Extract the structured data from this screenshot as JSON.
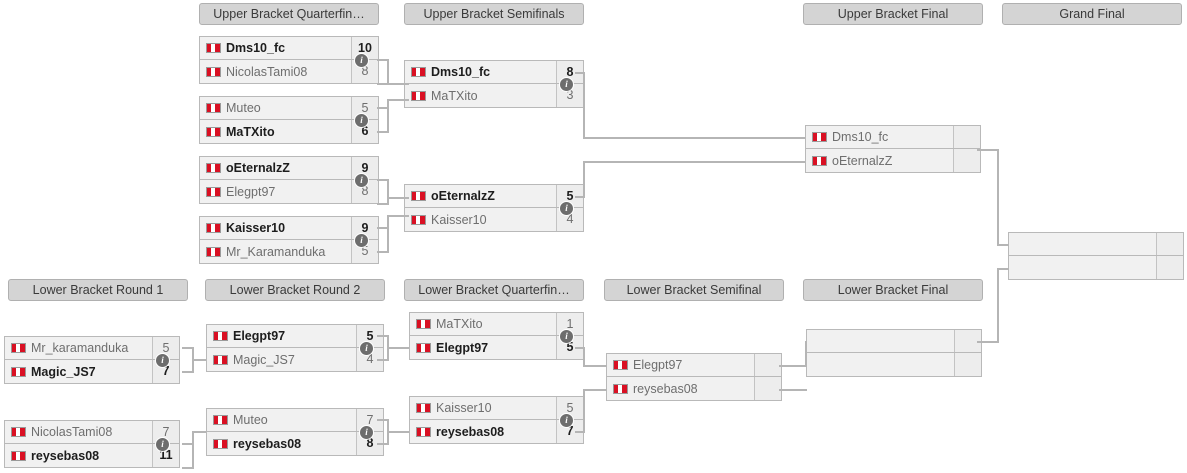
{
  "colors": {
    "header_bg": "#d4d4d4",
    "header_border": "#b0b0b0",
    "row_bg": "#f1f1f1",
    "score_bg": "#ededed",
    "line": "#b5b5b5",
    "winner_text": "#1d1d1d",
    "loser_text": "#6e6e6e",
    "flag_red": "#d91023",
    "info_badge": "#6d6d6d"
  },
  "headers": {
    "upper_quarterfinals": "Upper Bracket Quarterfin…",
    "upper_semifinals": "Upper Bracket Semifinals",
    "upper_final": "Upper Bracket Final",
    "grand_final": "Grand Final",
    "lower_round1": "Lower Bracket Round 1",
    "lower_round2": "Lower Bracket Round 2",
    "lower_quarterfinals": "Lower Bracket Quarterfin…",
    "lower_semifinal": "Lower Bracket Semifinal",
    "lower_final": "Lower Bracket Final"
  },
  "info_label": "i",
  "matches": {
    "ubqf1": {
      "top": {
        "name": "Dms10_fc",
        "score": "10",
        "winner": true,
        "flag": "peru-flag"
      },
      "bottom": {
        "name": "NicolasTami08",
        "score": "8",
        "winner": false,
        "flag": "peru-flag"
      }
    },
    "ubqf2": {
      "top": {
        "name": "Muteo",
        "score": "5",
        "winner": false,
        "flag": "peru-flag"
      },
      "bottom": {
        "name": "MaTXito",
        "score": "6",
        "winner": true,
        "flag": "peru-flag"
      }
    },
    "ubqf3": {
      "top": {
        "name": "oEternalzZ",
        "score": "9",
        "winner": true,
        "flag": "peru-flag"
      },
      "bottom": {
        "name": "Elegpt97",
        "score": "8",
        "winner": false,
        "flag": "peru-flag"
      }
    },
    "ubqf4": {
      "top": {
        "name": "Kaisser10",
        "score": "9",
        "winner": true,
        "flag": "peru-flag"
      },
      "bottom": {
        "name": "Mr_Karamanduka",
        "score": "5",
        "winner": false,
        "flag": "peru-flag"
      }
    },
    "ubsf1": {
      "top": {
        "name": "Dms10_fc",
        "score": "8",
        "winner": true,
        "flag": "peru-flag"
      },
      "bottom": {
        "name": "MaTXito",
        "score": "3",
        "winner": false,
        "flag": "peru-flag"
      }
    },
    "ubsf2": {
      "top": {
        "name": "oEternalzZ",
        "score": "5",
        "winner": true,
        "flag": "peru-flag"
      },
      "bottom": {
        "name": "Kaisser10",
        "score": "4",
        "winner": false,
        "flag": "peru-flag"
      }
    },
    "ubf": {
      "top": {
        "name": "Dms10_fc",
        "score": "",
        "winner": false,
        "flag": "peru-flag"
      },
      "bottom": {
        "name": "oEternalzZ",
        "score": "",
        "winner": false,
        "flag": "peru-flag"
      }
    },
    "gf": {
      "top": {
        "name": "",
        "score": "",
        "winner": false,
        "flag": ""
      },
      "bottom": {
        "name": "",
        "score": "",
        "winner": false,
        "flag": ""
      }
    },
    "lbr1m1": {
      "top": {
        "name": "Mr_karamanduka",
        "score": "5",
        "winner": false,
        "flag": "peru-flag"
      },
      "bottom": {
        "name": "Magic_JS7",
        "score": "7",
        "winner": true,
        "flag": "peru-flag"
      }
    },
    "lbr1m2": {
      "top": {
        "name": "NicolasTami08",
        "score": "7",
        "winner": false,
        "flag": "peru-flag"
      },
      "bottom": {
        "name": "reysebas08",
        "score": "11",
        "winner": true,
        "flag": "peru-flag"
      }
    },
    "lbr2m1": {
      "top": {
        "name": "Elegpt97",
        "score": "5",
        "winner": true,
        "flag": "peru-flag"
      },
      "bottom": {
        "name": "Magic_JS7",
        "score": "4",
        "winner": false,
        "flag": "peru-flag"
      }
    },
    "lbr2m2": {
      "top": {
        "name": "Muteo",
        "score": "7",
        "winner": false,
        "flag": "peru-flag"
      },
      "bottom": {
        "name": "reysebas08",
        "score": "8",
        "winner": true,
        "flag": "peru-flag"
      }
    },
    "lbqf1": {
      "top": {
        "name": "MaTXito",
        "score": "1",
        "winner": false,
        "flag": "peru-flag"
      },
      "bottom": {
        "name": "Elegpt97",
        "score": "5",
        "winner": true,
        "flag": "peru-flag"
      }
    },
    "lbqf2": {
      "top": {
        "name": "Kaisser10",
        "score": "5",
        "winner": false,
        "flag": "peru-flag"
      },
      "bottom": {
        "name": "reysebas08",
        "score": "7",
        "winner": true,
        "flag": "peru-flag"
      }
    },
    "lbsf": {
      "top": {
        "name": "Elegpt97",
        "score": "",
        "winner": false,
        "flag": "peru-flag"
      },
      "bottom": {
        "name": "reysebas08",
        "score": "",
        "winner": false,
        "flag": "peru-flag"
      }
    },
    "lbf": {
      "top": {
        "name": "",
        "score": "",
        "winner": false,
        "flag": ""
      },
      "bottom": {
        "name": "",
        "score": "",
        "winner": false,
        "flag": ""
      }
    }
  }
}
